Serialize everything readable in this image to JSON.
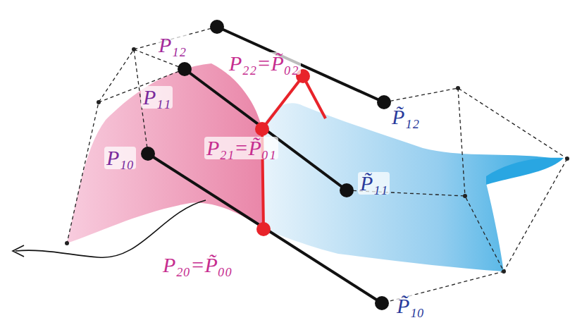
{
  "diagram": {
    "labels": [
      "P₁₂",
      "P₂₂=P̃₀₂",
      "P₁₁",
      "P̃₁₂",
      "P₂₁=P̃₀₁",
      "P₁₀",
      "P̃₁₁",
      "P₂₀=P̃₀₀",
      "P̃₁₀"
    ]
  }
}
